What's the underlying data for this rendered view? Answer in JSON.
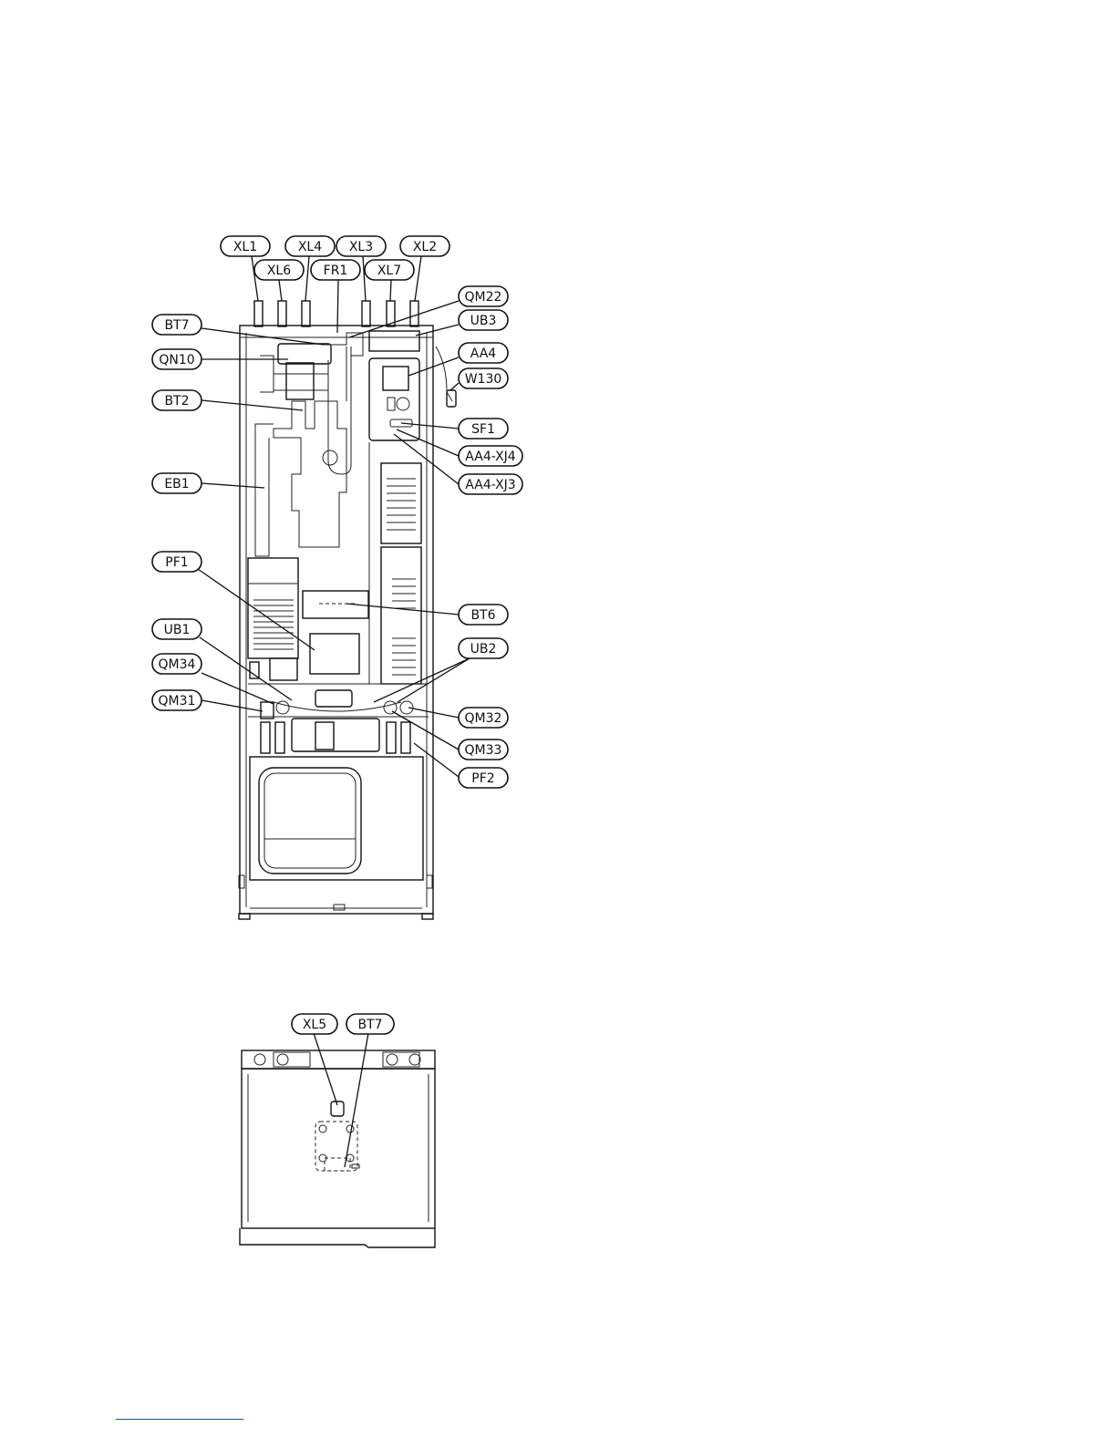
{
  "front_view": {
    "labels": {
      "XL1": "XL1",
      "XL4": "XL4",
      "XL3": "XL3",
      "XL2": "XL2",
      "XL6": "XL6",
      "FR1": "FR1",
      "XL7": "XL7",
      "QM22": "QM22",
      "UB3": "UB3",
      "AA4": "AA4",
      "W130": "W130",
      "SF1": "SF1",
      "AA4_XJ4": "AA4-XJ4",
      "AA4_XJ3": "AA4-XJ3",
      "BT6": "BT6",
      "UB2": "UB2",
      "QM32": "QM32",
      "QM33": "QM33",
      "PF2": "PF2",
      "BT7": "BT7",
      "QN10": "QN10",
      "BT2": "BT2",
      "EB1": "EB1",
      "PF1": "PF1",
      "UB1": "UB1",
      "QM34": "QM34",
      "QM31": "QM31"
    }
  },
  "top_view": {
    "labels": {
      "XL5": "XL5",
      "BT7": "BT7"
    }
  }
}
